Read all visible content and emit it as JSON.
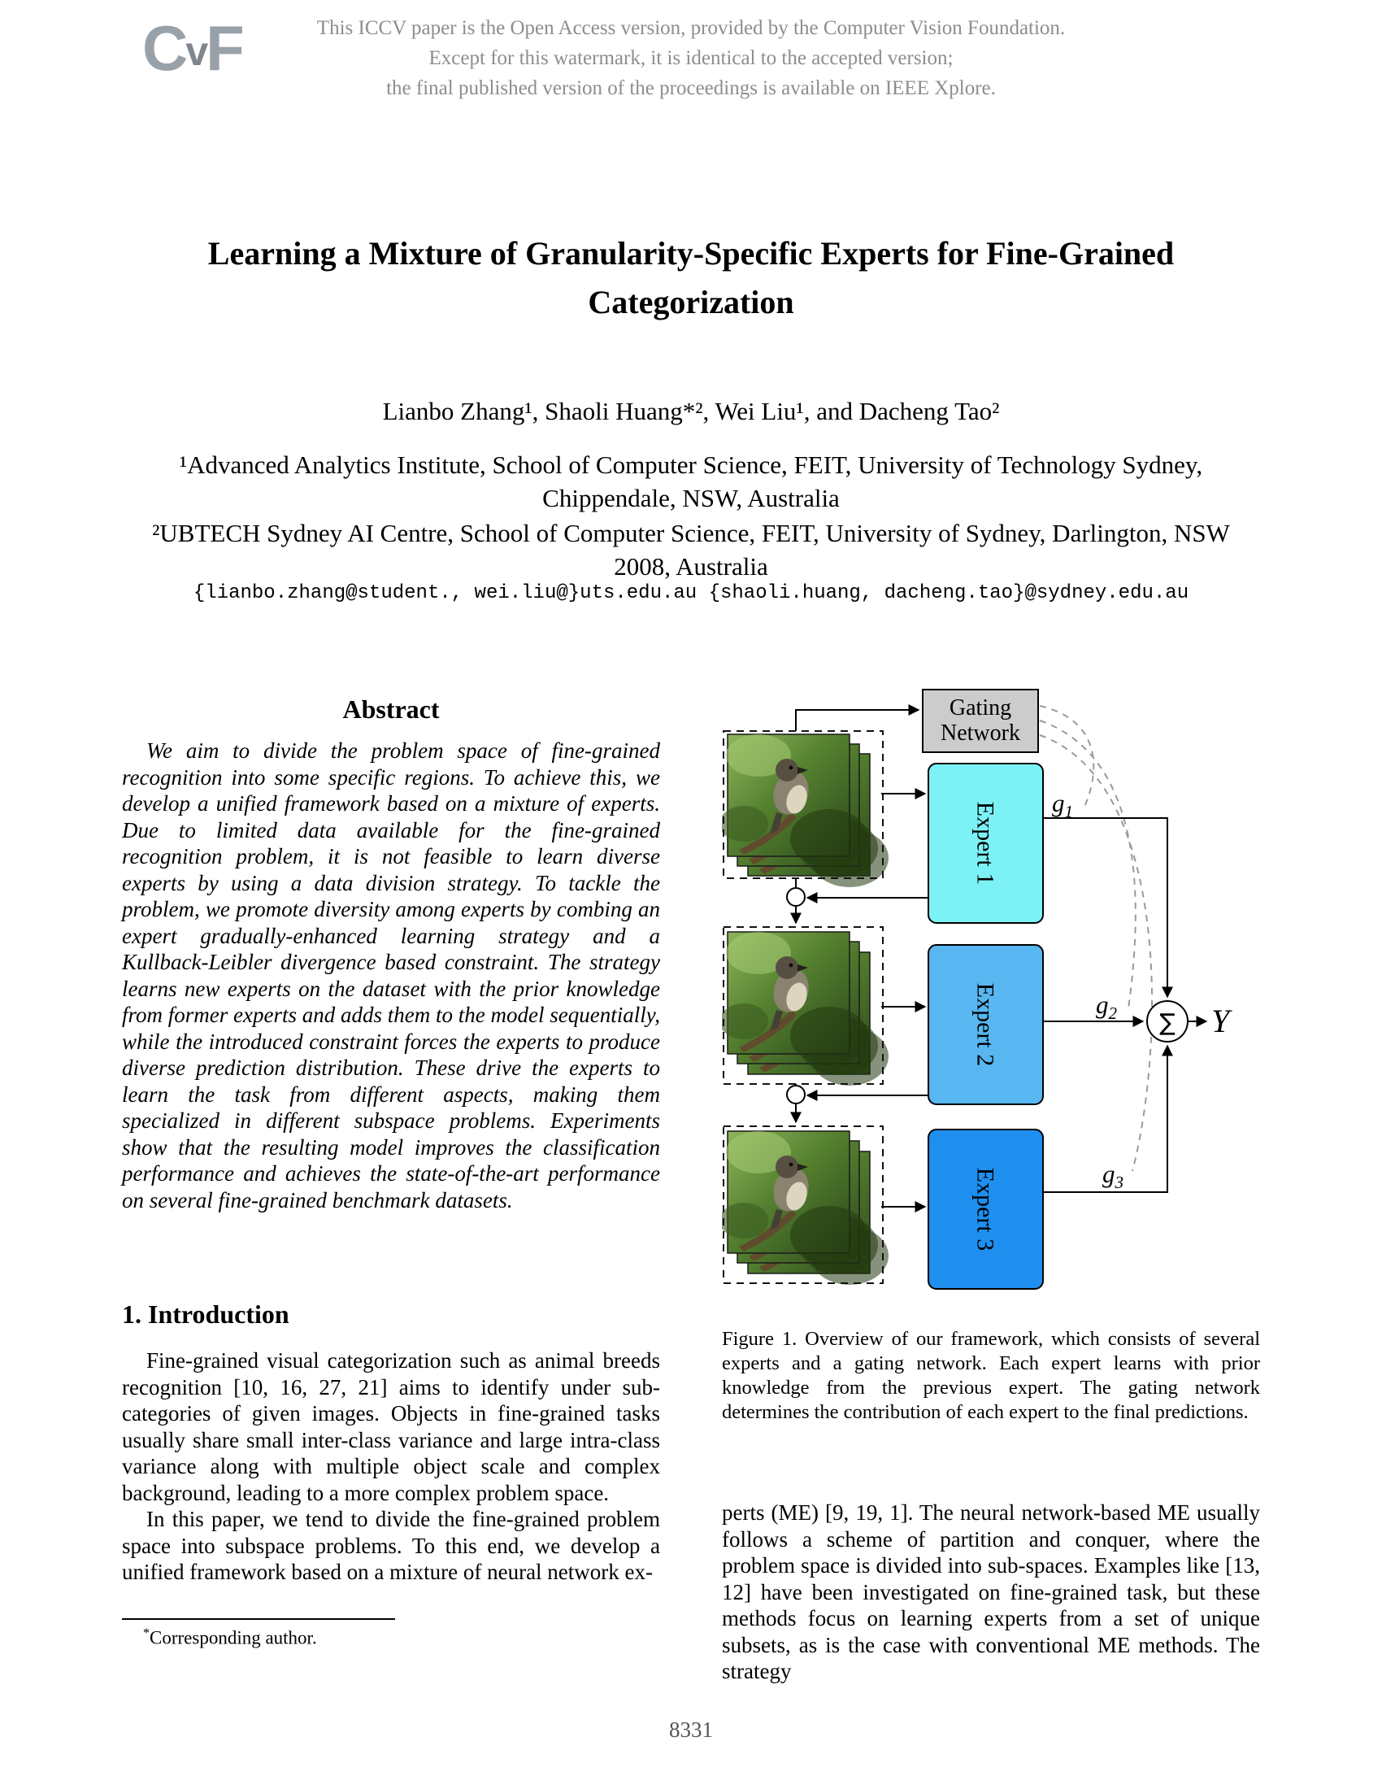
{
  "header": {
    "logo": {
      "c": "C",
      "v": "v",
      "f": "F"
    },
    "watermark_lines": [
      "This ICCV paper is the Open Access version, provided by the Computer Vision Foundation.",
      "Except for this watermark, it is identical to the accepted version;",
      "the final published version of the proceedings is available on IEEE Xplore."
    ]
  },
  "title": "Learning a Mixture of Granularity-Specific Experts for Fine-Grained Categorization",
  "authors": "Lianbo Zhang¹, Shaoli Huang*², Wei Liu¹, and Dacheng Tao²",
  "affiliations": [
    "¹Advanced Analytics Institute, School of Computer Science, FEIT, University of Technology Sydney, Chippendale, NSW, Australia",
    "²UBTECH Sydney AI Centre, School of Computer Science, FEIT, University of Sydney, Darlington, NSW 2008, Australia"
  ],
  "emails": "{lianbo.zhang@student., wei.liu@}uts.edu.au {shaoli.huang, dacheng.tao}@sydney.edu.au",
  "abstract": {
    "heading": "Abstract",
    "text": "We aim to divide the problem space of fine-grained recognition into some specific regions. To achieve this, we develop a unified framework based on a mixture of experts. Due to limited data available for the fine-grained recognition problem, it is not feasible to learn diverse experts by using a data division strategy. To tackle the problem, we promote diversity among experts by combing an expert gradually-enhanced learning strategy and a Kullback-Leibler divergence based constraint. The strategy learns new experts on the dataset with the prior knowledge from former experts and adds them to the model sequentially, while the introduced constraint forces the experts to produce diverse prediction distribution. These drive the experts to learn the task from different aspects, making them specialized in different subspace problems. Experiments show that the resulting model improves the classification performance and achieves the state-of-the-art performance on several fine-grained benchmark datasets."
  },
  "introduction": {
    "heading": "1. Introduction",
    "paragraphs": [
      "Fine-grained visual categorization such as animal breeds recognition [10, 16, 27, 21] aims to identify under sub-categories of given images. Objects in fine-grained tasks usually share small inter-class variance and large intra-class variance along with multiple object scale and complex background, leading to a more complex problem space.",
      "In this paper, we tend to divide the fine-grained problem space into subspace problems. To this end, we develop a unified framework based on a mixture of neural network ex-"
    ]
  },
  "figure": {
    "gating_line1": "Gating",
    "gating_line2": "Network",
    "experts": [
      "Expert 1",
      "Expert 2",
      "Expert 3"
    ],
    "g_symbol": "g",
    "g_subs": [
      "1",
      "2",
      "3"
    ],
    "sum_symbol": "∑",
    "output_label": "Y",
    "caption": "Figure 1. Overview of our framework, which consists of several experts and a gating network. Each expert learns with prior knowledge from the previous expert. The gating network determines the contribution of each expert to the final predictions.",
    "colors": {
      "gating": "#CCCCCC",
      "expert1": "#7CF2F6",
      "expert2": "#58B6F0",
      "expert3": "#1E8FEF"
    }
  },
  "continuation_text": "perts (ME) [9, 19, 1]. The neural network-based ME usually follows a scheme of partition and conquer, where the problem space is divided into sub-spaces. Examples like [13, 12] have been investigated on fine-grained task, but these methods focus on learning experts from a set of unique subsets, as is the case with conventional ME methods. The strategy",
  "footnote_mark": "*",
  "footnote_text": "Corresponding author.",
  "page_number": "8331"
}
